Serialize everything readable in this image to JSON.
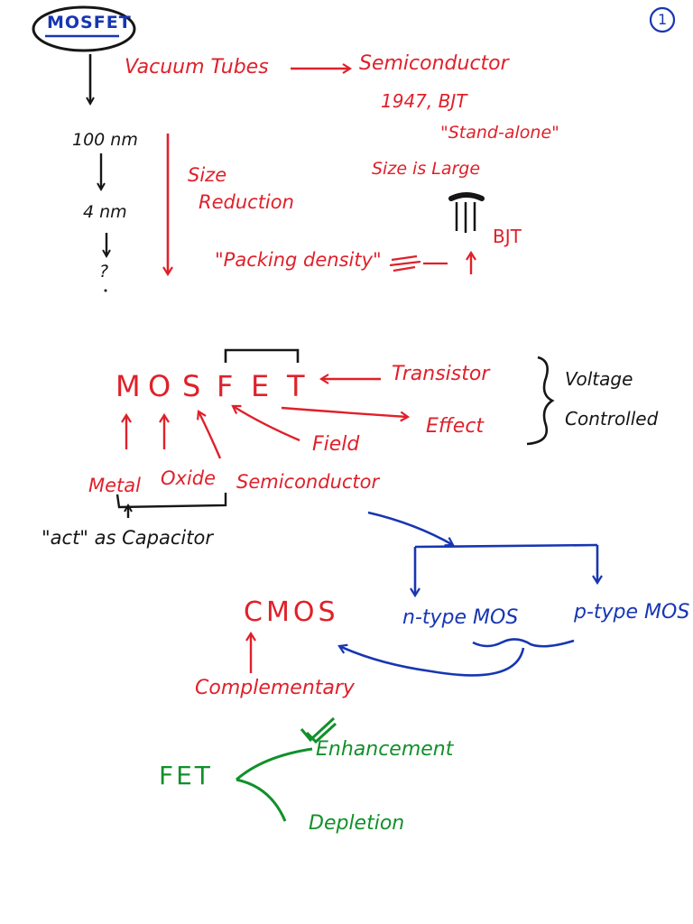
{
  "page": {
    "number": "1"
  },
  "header": {
    "title": "MOSFET"
  },
  "history": {
    "vacuum": "Vacuum Tubes",
    "semiconductor": "Semiconductor",
    "year_bjt": "1947, BJT",
    "standalone": "\"Stand-alone\"",
    "size_large": "Size is Large",
    "bjt_label": "BJT",
    "size_100": "100 nm",
    "size_4": "4 nm",
    "size_next": "?",
    "size_reduction_1": "Size",
    "size_reduction_2": "Reduction",
    "packing": "\"Packing density\""
  },
  "acronym": {
    "letters": [
      "M",
      "O",
      "S",
      "F",
      "E",
      "T"
    ],
    "transistor": "Transistor",
    "effect": "Effect",
    "field": "Field",
    "metal": "Metal",
    "oxide": "Oxide",
    "semiconductor": "Semiconductor",
    "voltage_1": "Voltage",
    "voltage_2": "Controlled",
    "capacitor": "\"act\" as Capacitor"
  },
  "cmos": {
    "title": "CMOS",
    "ntype": "n-type MOS",
    "ptype": "p-type MOS",
    "complementary": "Complementary"
  },
  "fet": {
    "title": "FET",
    "enhancement": "Enhancement",
    "depletion": "Depletion"
  },
  "colors": {
    "red": "#e0202a",
    "blue": "#1736b3",
    "green": "#11902a",
    "black": "#161616"
  }
}
